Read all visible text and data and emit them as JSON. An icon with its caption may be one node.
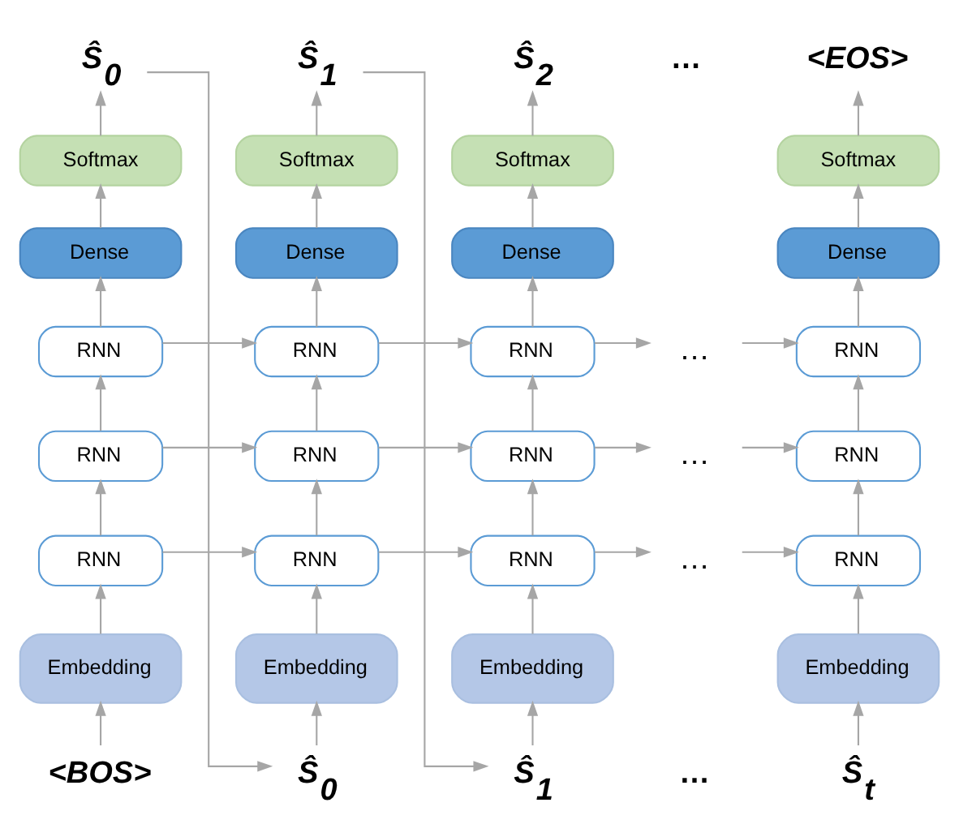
{
  "diagram": {
    "nodes": [
      {
        "text": [
          "Ŝ$_{0}$"
        ]
      },
      {
        "text": [
          "Ŝ$_{1}$"
        ]
      },
      {
        "text": [
          "Ŝ$_{2}$"
        ]
      },
      {
        "text": [
          "<EOS>"
        ]
      },
      {
        "text": [
          "Softmax"
        ]
      },
      {
        "text": [
          "Softmax"
        ]
      },
      {
        "text": [
          "Softmax"
        ]
      },
      {
        "text": [
          "Softmax"
        ]
      },
      {
        "text": [
          "Dense"
        ]
      },
      {
        "text": [
          "Dense"
        ]
      },
      {
        "text": [
          "Dense"
        ]
      },
      {
        "text": [
          "Dense"
        ]
      },
      {
        "text": [
          "RNN"
        ]
      },
      {
        "text": [
          "RNN"
        ]
      },
      {
        "text": [
          "RNN"
        ]
      },
      {
        "text": [
          "…"
        ]
      },
      {
        "text": [
          "RNN"
        ]
      },
      {
        "text": [
          "RNN"
        ]
      },
      {
        "text": [
          "RNN"
        ]
      },
      {
        "text": [
          "RNN"
        ]
      },
      {
        "text": [
          "…"
        ]
      },
      {
        "text": [
          "RNN"
        ]
      },
      {
        "text": [
          "RNN"
        ]
      },
      {
        "text": [
          "RNN"
        ]
      },
      {
        "text": [
          "RNN"
        ]
      },
      {
        "text": [
          "…"
        ]
      },
      {
        "text": [
          "RNN"
        ]
      },
      {
        "text": [
          "Embedding"
        ]
      },
      {
        "text": [
          "Embedding"
        ]
      },
      {
        "text": [
          "Embedding"
        ]
      },
      {
        "text": [
          "Embedding"
        ]
      },
      {
        "text": [
          "<BOS>"
        ]
      },
      {
        "text": [
          "Ŝ$_{0}$"
        ]
      },
      {
        "text": [
          "Ŝ$_{1}$"
        ]
      },
      {
        "text": [
          "Ŝ$_{t}$"
        ]
      }
    ],
    "edges": [
      {
        "from": 31,
        "to": 27,
        "arrow": "to"
      },
      {
        "from": 27,
        "to": 22,
        "arrow": "to"
      },
      {
        "from": 22,
        "to": 17,
        "arrow": "to"
      },
      {
        "from": 17,
        "to": 12,
        "arrow": "to"
      },
      {
        "from": 12,
        "to": 8,
        "arrow": "to"
      },
      {
        "from": 8,
        "to": 4,
        "arrow": "to"
      },
      {
        "from": 4,
        "to": 0,
        "arrow": "to"
      },
      {
        "from": 32,
        "to": 28,
        "arrow": "to"
      },
      {
        "from": 28,
        "to": 23,
        "arrow": "to"
      },
      {
        "from": 23,
        "to": 18,
        "arrow": "to"
      },
      {
        "from": 18,
        "to": 13,
        "arrow": "to"
      },
      {
        "from": 13,
        "to": 9,
        "arrow": "to"
      },
      {
        "from": 9,
        "to": 5,
        "arrow": "to"
      },
      {
        "from": 5,
        "to": 1,
        "arrow": "to"
      },
      {
        "from": 33,
        "to": 29,
        "arrow": "to"
      },
      {
        "from": 29,
        "to": 24,
        "arrow": "to"
      },
      {
        "from": 24,
        "to": 19,
        "arrow": "to"
      },
      {
        "from": 19,
        "to": 14,
        "arrow": "to"
      },
      {
        "from": 14,
        "to": 10,
        "arrow": "to"
      },
      {
        "from": 10,
        "to": 6,
        "arrow": "to"
      },
      {
        "from": 6,
        "to": 2,
        "arrow": "to"
      },
      {
        "from": 34,
        "to": 30,
        "arrow": "to"
      },
      {
        "from": 30,
        "to": 26,
        "arrow": "to"
      },
      {
        "from": 26,
        "to": 21,
        "arrow": "to"
      },
      {
        "from": 21,
        "to": 16,
        "arrow": "to"
      },
      {
        "from": 16,
        "to": 11,
        "arrow": "to"
      },
      {
        "from": 11,
        "to": 7,
        "arrow": "to"
      },
      {
        "from": 7,
        "to": 3,
        "arrow": "to"
      },
      {
        "from": 12,
        "to": 13,
        "arrow": "to"
      },
      {
        "from": 13,
        "to": 14,
        "arrow": "to"
      },
      {
        "from": 14,
        "to": 15,
        "arrow": "to"
      },
      {
        "from": 15,
        "to": 16,
        "arrow": "to"
      },
      {
        "from": 17,
        "to": 18,
        "arrow": "to"
      },
      {
        "from": 18,
        "to": 19,
        "arrow": "to"
      },
      {
        "from": 19,
        "to": 20,
        "arrow": "to"
      },
      {
        "from": 20,
        "to": 21,
        "arrow": "to"
      },
      {
        "from": 22,
        "to": 23,
        "arrow": "to"
      },
      {
        "from": 23,
        "to": 24,
        "arrow": "to"
      },
      {
        "from": 24,
        "to": 25,
        "arrow": "to"
      },
      {
        "from": 25,
        "to": 26,
        "arrow": "to"
      },
      {
        "from": 0,
        "to": 32,
        "arrow": "to"
      },
      {
        "from": 1,
        "to": 33,
        "arrow": "to"
      }
    ],
    "labels": [
      "…",
      "…"
    ]
  }
}
